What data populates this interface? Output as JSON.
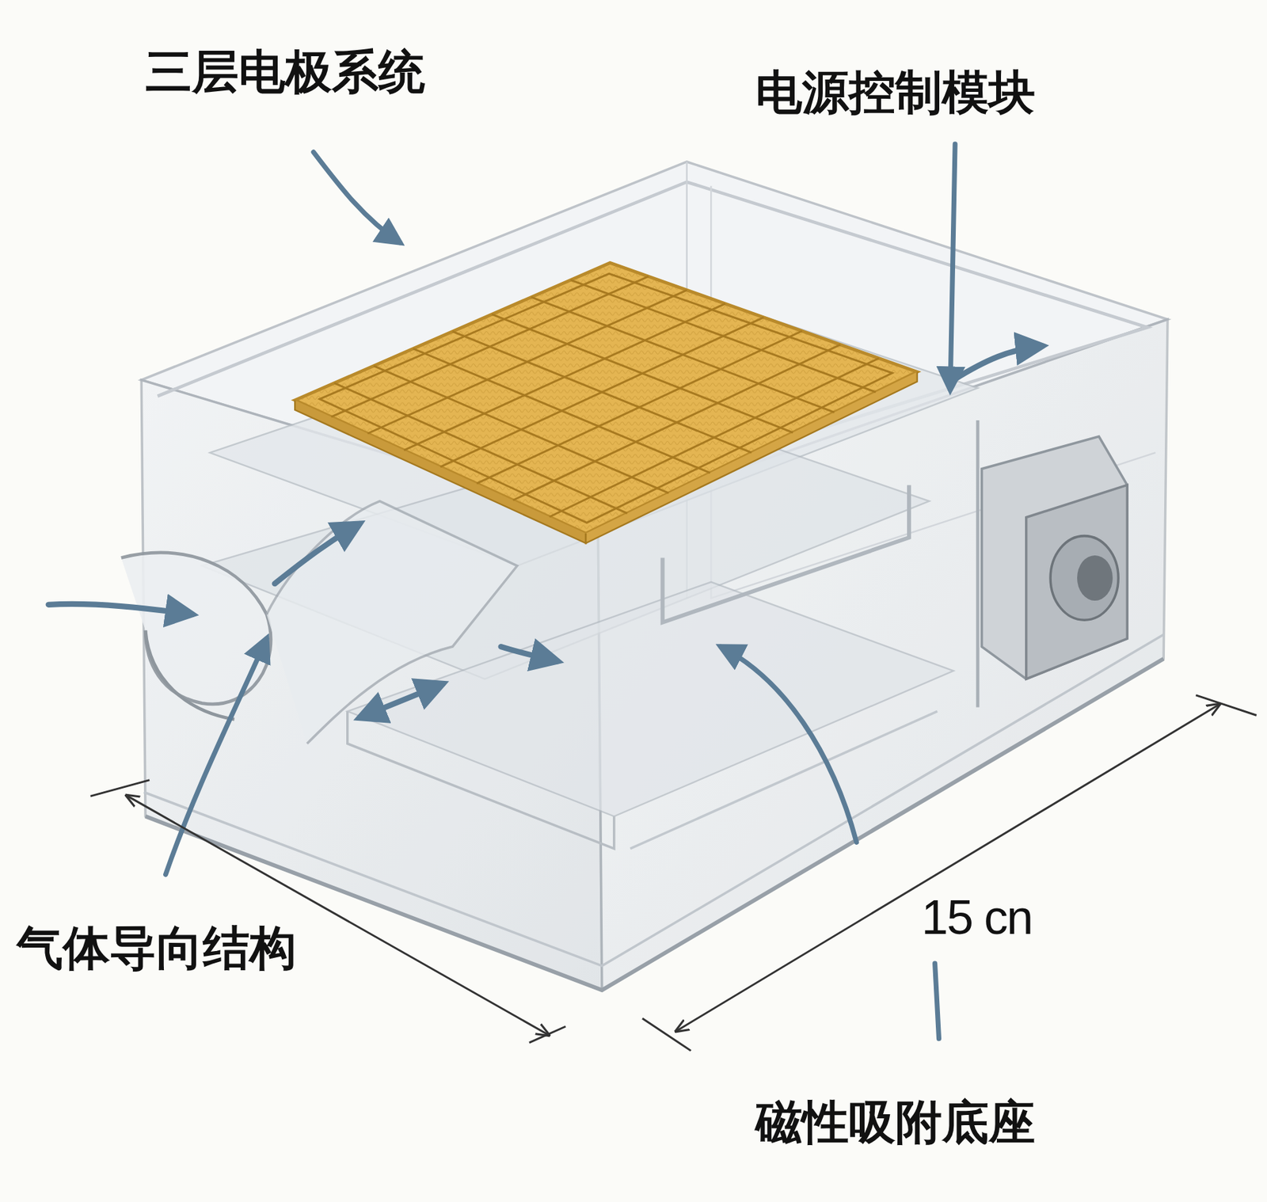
{
  "diagram": {
    "labels": [
      "三层电极系统",
      "电源控制模块",
      "气体导向结构",
      "15 cn",
      "磁性吸附底座"
    ]
  }
}
